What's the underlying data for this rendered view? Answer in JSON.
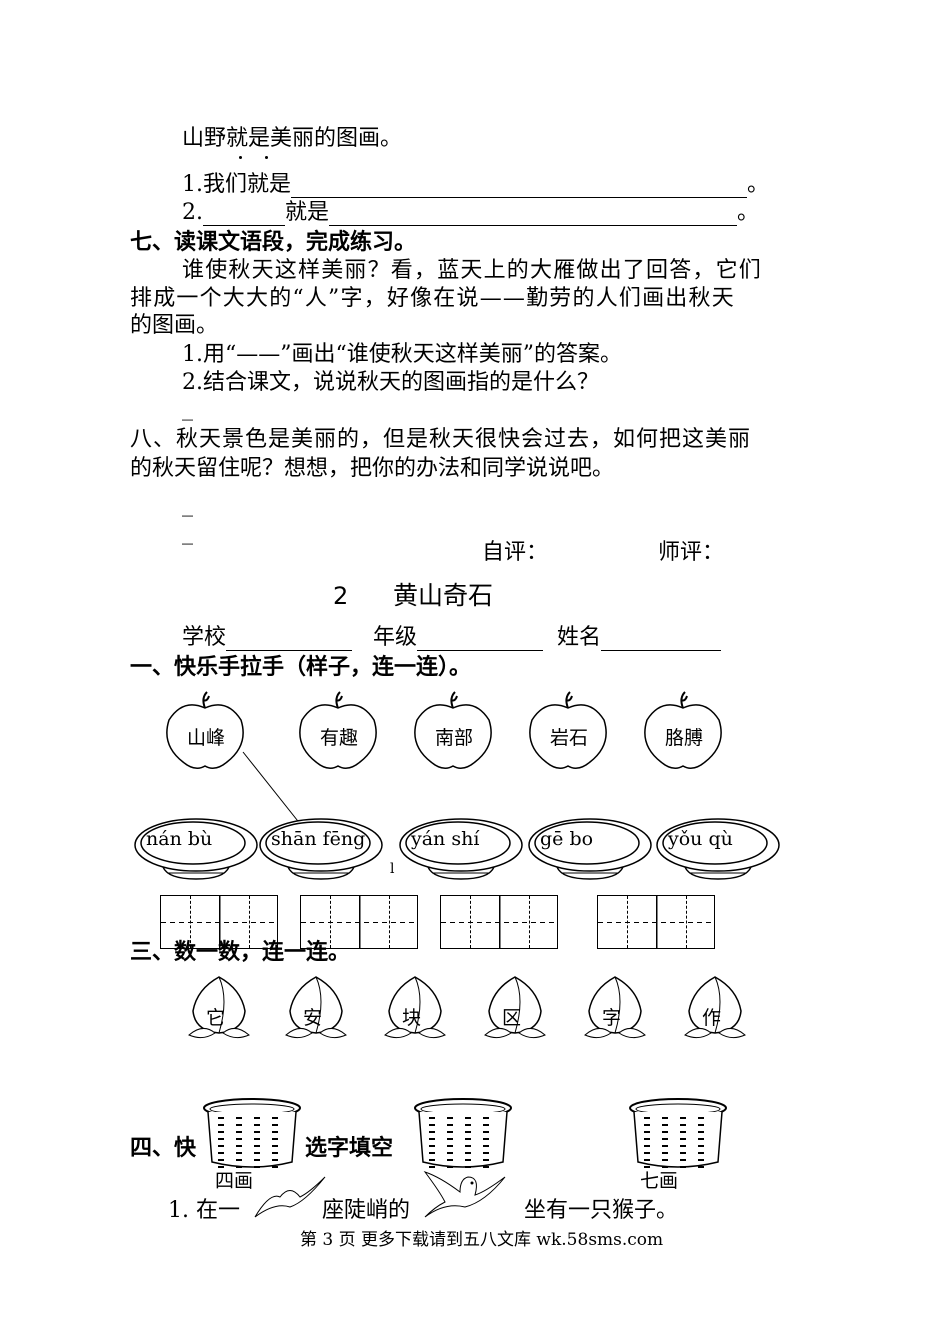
{
  "section6": {
    "line0": "山野就是美丽的图画。",
    "q1_prefix": "1.我们就是",
    "q1_end": "。",
    "q2_prefix": "2.",
    "q2_mid": "就是",
    "q2_end": "。"
  },
  "section7": {
    "title": "七、读课文语段，完成练习。",
    "p1": "谁使秋天这样美丽？看，蓝天上的大雁做出了回答，它们",
    "p2": "排成一个大大的“人”字，好像在说——勤劳的人们画出秋天",
    "p3": "的图画。",
    "q1": "1.用“——”画出“谁使秋天这样美丽”的答案。",
    "q2": "2.结合课文，说说秋天的图画指的是什么？",
    "blank": "_"
  },
  "section8": {
    "p1": "八、秋天景色是美丽的，但是秋天很快会过去，如何把这美丽",
    "p2": "的秋天留住呢？想想，把你的办法和同学说说吧。",
    "blank1": "_",
    "blank2": "_"
  },
  "eval": {
    "self": "自评：",
    "teacher": "师评："
  },
  "lesson": {
    "number": "2",
    "title": "黄山奇石",
    "school": "学校",
    "grade": "年级",
    "name": "姓名"
  },
  "section1": {
    "title": "一、快乐手拉手（样子，连一连）。",
    "apples": [
      "山峰",
      "有趣",
      "南部",
      "岩石",
      "胳膊"
    ],
    "plates": [
      "nán bù",
      "shān fēng",
      "yán shí",
      "gē bo",
      "yǒu qù"
    ],
    "stray": "l"
  },
  "section3": {
    "title": "三、数一数，连一连。",
    "peaches": [
      "它",
      "安",
      "块",
      "区",
      "字",
      "作"
    ]
  },
  "section4": {
    "title_a": "四、快",
    "title_b": "选字填空",
    "baskets": [
      "四画",
      "",
      "七画"
    ],
    "q1_a": "1. 在一",
    "q1_b": "座陡峭的",
    "q1_c": "坐有一只猴子。"
  },
  "footer": "第 3 页 更多下载请到五八文库 wk.58sms.com"
}
